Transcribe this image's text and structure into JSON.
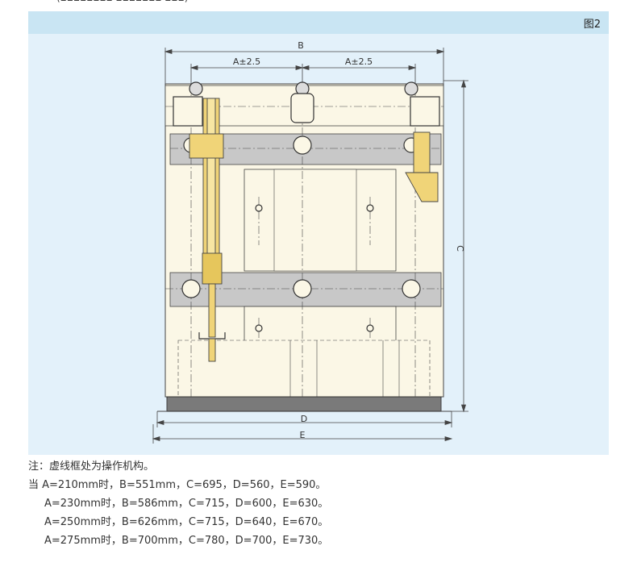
{
  "figure": {
    "label": "图2"
  },
  "dimensions": {
    "B": "B",
    "A_left": "A±2.5",
    "A_right": "A±2.5",
    "C": "C",
    "D": "D",
    "E": "E"
  },
  "notes": {
    "intro": "注：虚线框处为操作机构。",
    "rows": [
      "当 A=210mm时，B=551mm，C=695，D=560，E=590。",
      "A=230mm时，B=586mm，C=715，D=600，E=630。",
      "A=250mm时，B=626mm，C=715，D=640，E=670。",
      "A=275mm时，B=700mm，C=780，D=700，E=730。"
    ]
  }
}
